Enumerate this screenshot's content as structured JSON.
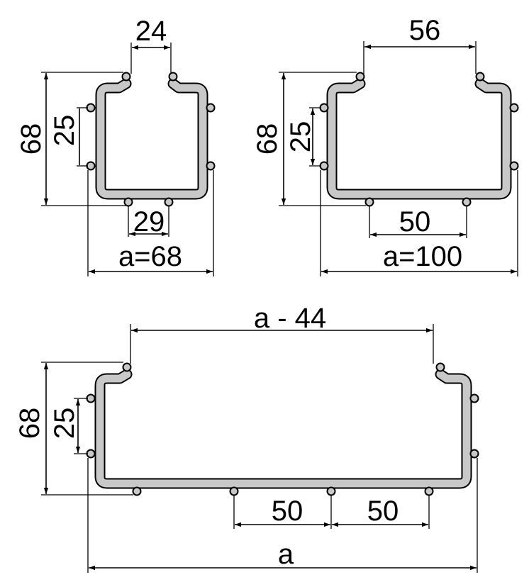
{
  "colors": {
    "line": "#000000",
    "fill": "#c8c8c8",
    "background": "#ffffff"
  },
  "small_tray": {
    "opening_label": "24",
    "height_label": "68",
    "side_spacing_label": "25",
    "bottom_spacing_label": "29",
    "width_label": "a=68"
  },
  "medium_tray": {
    "opening_label": "56",
    "height_label": "68",
    "side_spacing_label": "25",
    "bottom_spacing_label": "50",
    "width_label": "a=100"
  },
  "large_tray": {
    "opening_label": "a - 44",
    "height_label": "68",
    "side_spacing_label": "25",
    "bottom_spacing_label_1": "50",
    "bottom_spacing_label_2": "50",
    "width_label": "a"
  }
}
